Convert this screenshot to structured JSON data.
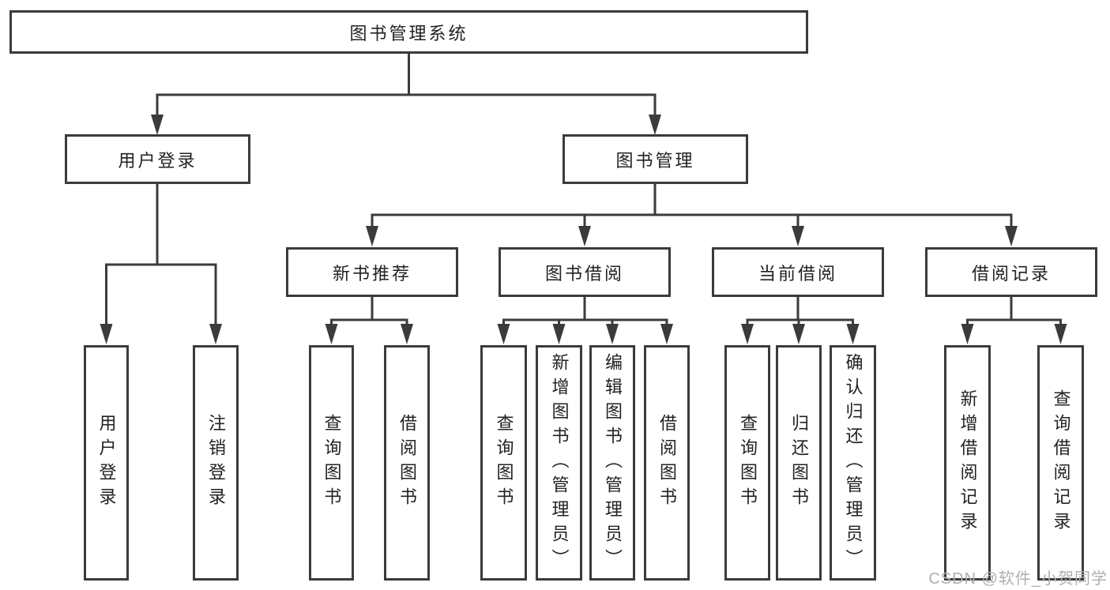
{
  "tree": {
    "root": {
      "label": "图书管理系统"
    },
    "user_login": {
      "label": "用户登录",
      "children": [
        {
          "label": "用户登录"
        },
        {
          "label": "注销登录"
        }
      ]
    },
    "book_mgmt": {
      "label": "图书管理",
      "children": [
        {
          "label": "新书推荐",
          "children": [
            {
              "label": "查询图书"
            },
            {
              "label": "借阅图书"
            }
          ]
        },
        {
          "label": "图书借阅",
          "children": [
            {
              "label": "查询图书"
            },
            {
              "label": "新增图书（管理员）"
            },
            {
              "label": "编辑图书（管理员）"
            },
            {
              "label": "借阅图书"
            }
          ]
        },
        {
          "label": "当前借阅",
          "children": [
            {
              "label": "查询图书"
            },
            {
              "label": "归还图书"
            },
            {
              "label": "确认归还（管理员）"
            }
          ]
        },
        {
          "label": "借阅记录",
          "children": [
            {
              "label": "新增借阅记录"
            },
            {
              "label": "查询借阅记录"
            }
          ]
        }
      ]
    }
  },
  "watermark": "CSDN @软件_小贺同学",
  "colors": {
    "line": "#3b3b3b",
    "text": "#222222",
    "background": "#ffffff",
    "watermark": "#b3aeae"
  }
}
